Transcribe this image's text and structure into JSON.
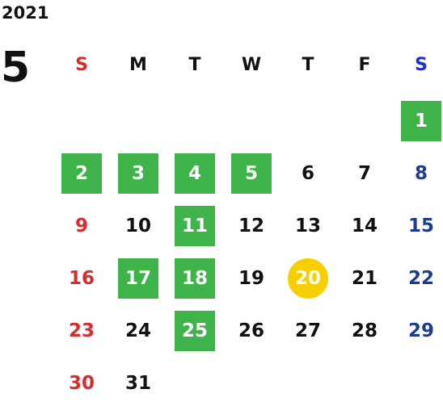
{
  "year": "2021",
  "month": "5",
  "weekdays": [
    "S",
    "M",
    "T",
    "W",
    "T",
    "F",
    "S"
  ],
  "first_weekday_index": 6,
  "days_in_month": 31,
  "holidays": [
    1,
    2,
    3,
    4,
    5,
    11,
    17,
    18,
    25
  ],
  "today": 20,
  "colors": {
    "holiday_bg": "#3db34a",
    "today_bg": "#f7cf00",
    "sunday": "#d92b2b",
    "saturday": "#1b3c8f",
    "saturday_header": "#1a2fd6",
    "text": "#111111"
  }
}
